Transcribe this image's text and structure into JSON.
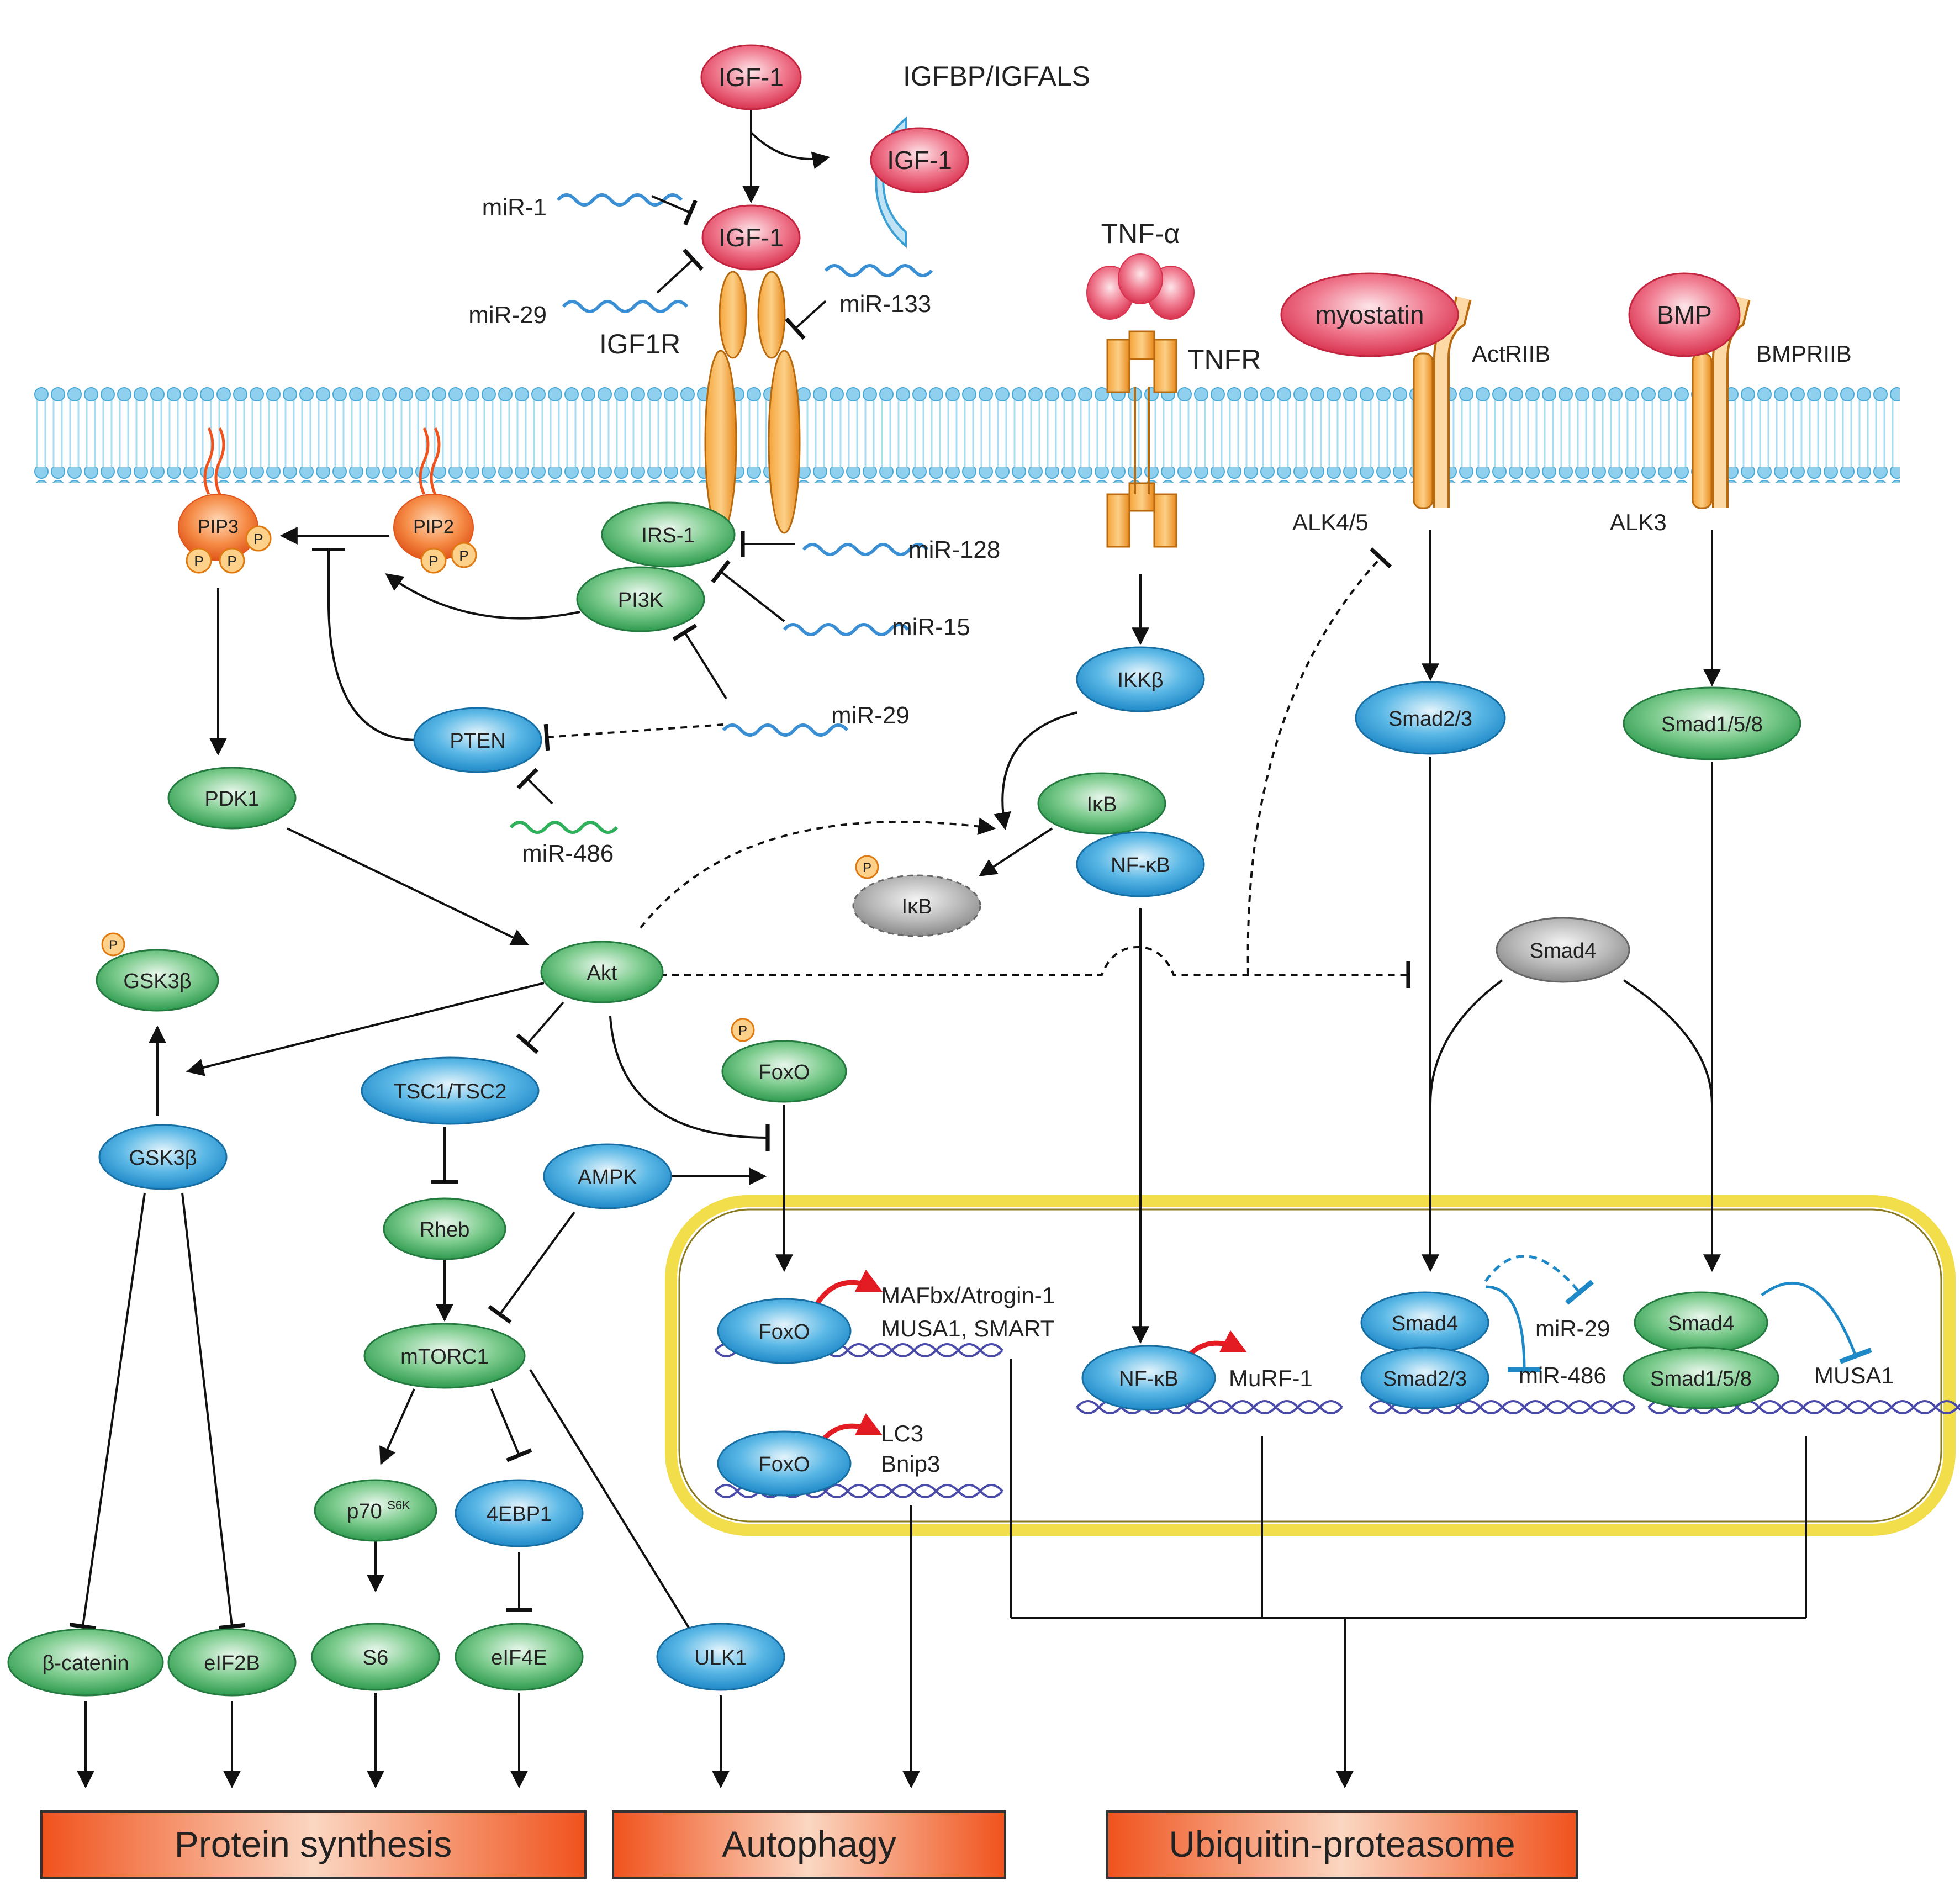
{
  "colors": {
    "green_node": "#3db060",
    "blue_node": "#2a9fd8",
    "red_node": "#e84d6a",
    "grey_node": "#a8a8a8",
    "receptor_orange": "#f0a032",
    "membrane_blue": "#7fc8e8",
    "nucleus_border": "#f2dd4a",
    "output_box": "#f0541e",
    "mirna_blue": "#3a8fd4",
    "mirna_green": "#2fb05a"
  },
  "nodes": {
    "igf1_top": "IGF-1",
    "igf1_bound": "IGF-1",
    "igf1_receptor": "IGF-1",
    "igfbp": "IGFBP/IGFALS",
    "igf1r": "IGF1R",
    "tnf_alpha": "TNF-α",
    "tnfr": "TNFR",
    "myostatin": "myostatin",
    "actriib": "ActRIIB",
    "bmp": "BMP",
    "bmpriib": "BMPRIIB",
    "alk45": "ALK4/5",
    "alk3": "ALK3",
    "pip3": "PIP3",
    "pip2": "PIP2",
    "phospho": "P",
    "irs1": "IRS-1",
    "pi3k": "PI3K",
    "pten": "PTEN",
    "pdk1": "PDK1",
    "akt": "Akt",
    "gsk3b_p": "GSK3β",
    "gsk3b": "GSK3β",
    "tsc": "TSC1/TSC2",
    "rheb": "Rheb",
    "mtorc1": "mTORC1",
    "ampk": "AMPK",
    "foxo_p": "FoxO",
    "p70_main": "p70",
    "p70_sup": "S6K",
    "ebp1": "4EBP1",
    "bcatenin": "β-catenin",
    "eif2b": "eIF2B",
    "s6": "S6",
    "eif4e": "eIF4E",
    "ulk1": "ULK1",
    "ikkb": "IKKβ",
    "ikb": "IκB",
    "nfkb": "NF-κB",
    "ikb_p": "IκB",
    "smad23": "Smad2/3",
    "smad158": "Smad1/5/8",
    "smad4": "Smad4",
    "foxo_n1": "FoxO",
    "foxo_n2": "FoxO",
    "nfkb_n": "NF-κB",
    "smad4_n1": "Smad4",
    "smad23_n": "Smad2/3",
    "smad4_n2": "Smad4",
    "smad158_n": "Smad1/5/8"
  },
  "genes": {
    "mafbx": "MAFbx/Atrogin-1",
    "musa_smart": "MUSA1, SMART",
    "lc3": "LC3",
    "bnip3": "Bnip3",
    "murf1": "MuRF-1",
    "mir29_n": "miR-29",
    "mir486_n": "miR-486",
    "musa1": "MUSA1"
  },
  "mirnas": {
    "mir1": "miR-1",
    "mir29_a": "miR-29",
    "mir133": "miR-133",
    "mir128": "miR-128",
    "mir15": "miR-15",
    "mir29_b": "miR-29",
    "mir486": "miR-486"
  },
  "outputs": {
    "protein_synthesis": "Protein synthesis",
    "autophagy": "Autophagy",
    "ubiquitin": "Ubiquitin-proteasome"
  }
}
